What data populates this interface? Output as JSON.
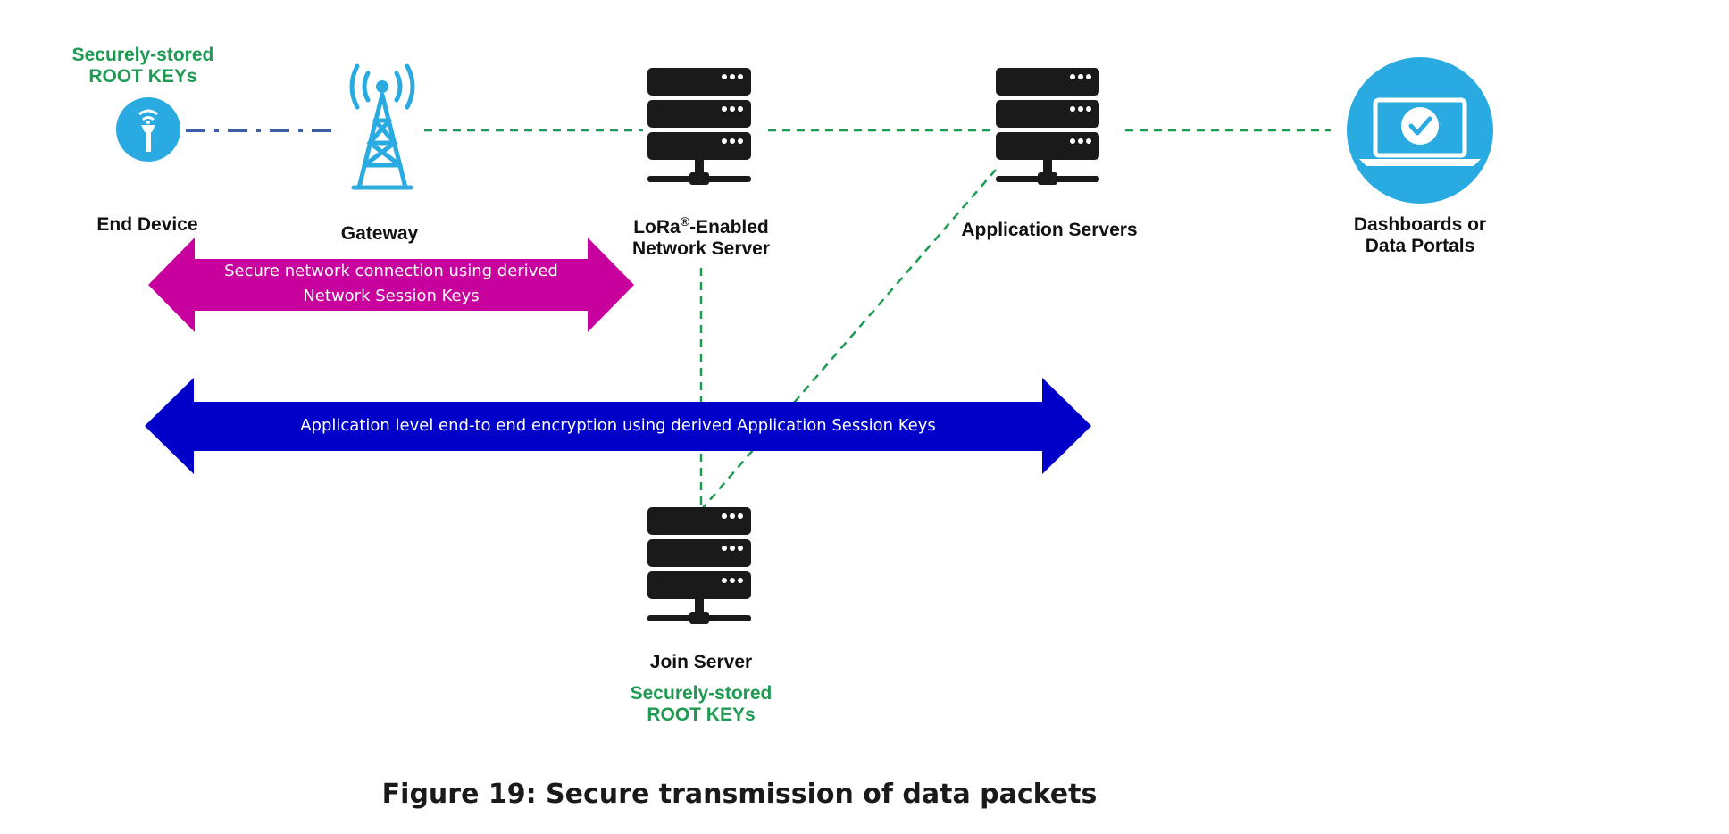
{
  "nodes": {
    "end_device": {
      "label": "End Device",
      "note_line1": "Securely-stored",
      "note_line2": "ROOT KEYs"
    },
    "gateway": {
      "label": "Gateway"
    },
    "network_server": {
      "label_prefix": "LoRa",
      "label_sup": "®",
      "label_suffix": "-Enabled",
      "label_line2": "Network Server"
    },
    "application_servers": {
      "label": "Application Servers"
    },
    "dashboards": {
      "label_line1": "Dashboards or",
      "label_line2": "Data Portals"
    },
    "join_server": {
      "label": "Join Server",
      "note_line1": "Securely-stored",
      "note_line2": "ROOT KEYs"
    }
  },
  "arrows": {
    "network": {
      "line1": "Secure network connection using derived",
      "line2": "Network Session Keys",
      "color": "#c8009e"
    },
    "application": {
      "text": "Application level end-to end encryption using derived Application Session Keys",
      "color": "#0000c8"
    }
  },
  "colors": {
    "icon_blue": "#29abe2",
    "link_green": "#1e9a52",
    "link_blue": "#3a5fa8",
    "server_black": "#1a1a1a"
  },
  "caption": "Figure 19: Secure transmission of data packets"
}
